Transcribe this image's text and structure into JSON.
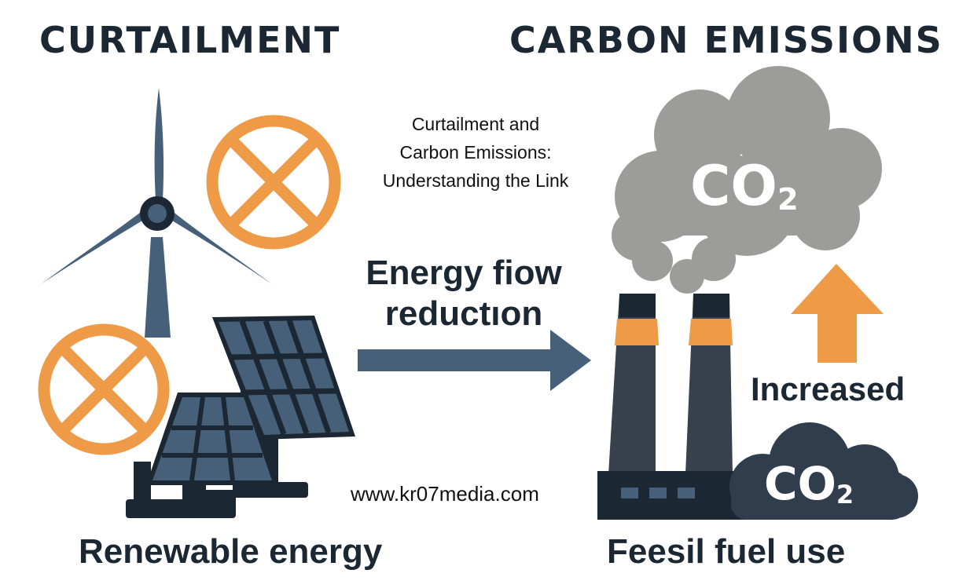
{
  "headings": {
    "left": "CURTAILMENT",
    "right": "CARBON EMISSIONS"
  },
  "caption": {
    "line1": "Curtailment and",
    "line2": "Carbon Emissions:",
    "line3": "Understanding the Link"
  },
  "flow": {
    "line1": "Energy fiow",
    "line2": "reductıon"
  },
  "emissions": {
    "increased_label": "Increased",
    "co2_main": "CO",
    "co2_sub": "2"
  },
  "footer": {
    "left": "Renewable energy",
    "right": "Feesil fuel use"
  },
  "website": "www.kr07media.com",
  "colors": {
    "navy": "#1b2733",
    "slate": "#46607a",
    "orange": "#ee9a46",
    "gray_cloud": "#9c9c9a",
    "dark_cloud": "#2f3d4d",
    "stack": "#38424c"
  },
  "icons": [
    "wind-turbine-icon",
    "solar-panel-icon",
    "crossed-circle-icon",
    "factory-icon",
    "smoke-cloud-icon",
    "arrow-right-icon",
    "arrow-up-icon"
  ]
}
